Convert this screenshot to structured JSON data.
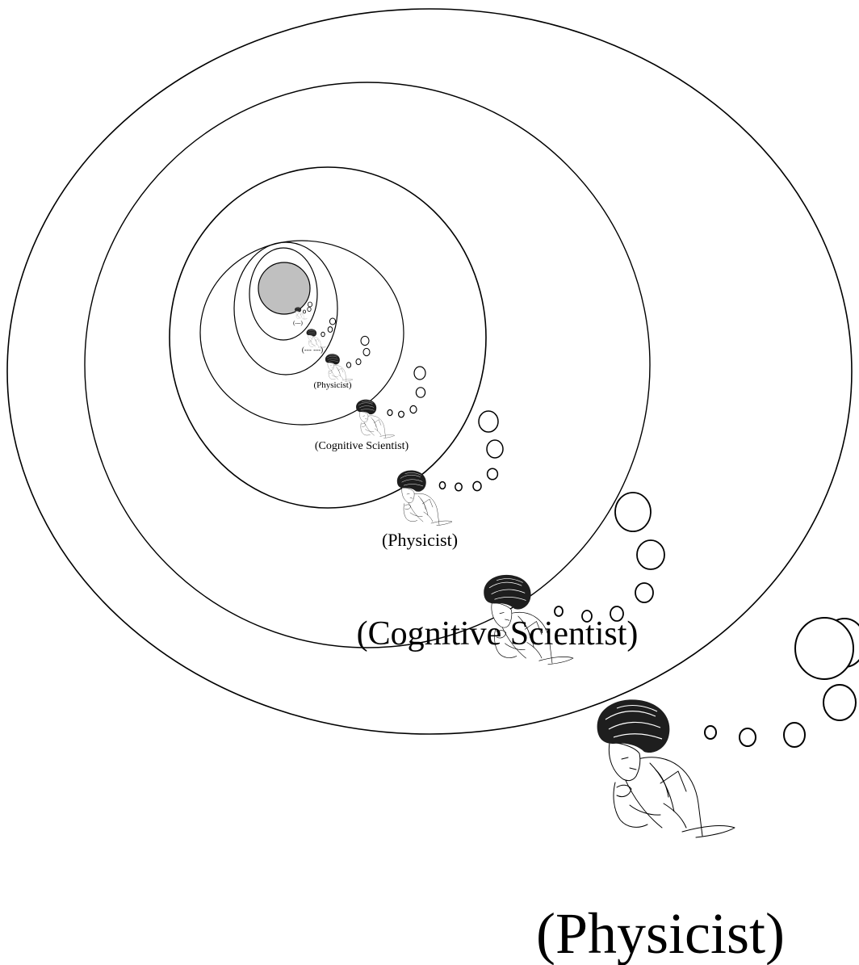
{
  "labels": {
    "l1": "(---)",
    "l2": "(--- ---)",
    "l3": "(Physicist)",
    "l4": "(Cognitive Scientist)",
    "l5": "(Physicist)",
    "l6": "(Cognitive Scientist)",
    "l7": "(Physicist)"
  },
  "colors": {
    "core_fill": "#c0c0c0",
    "ink": "#000000",
    "background": "#ffffff"
  },
  "icons": {
    "thinker": "thinking-person-icon",
    "thought": "thought-bubble-icon"
  }
}
